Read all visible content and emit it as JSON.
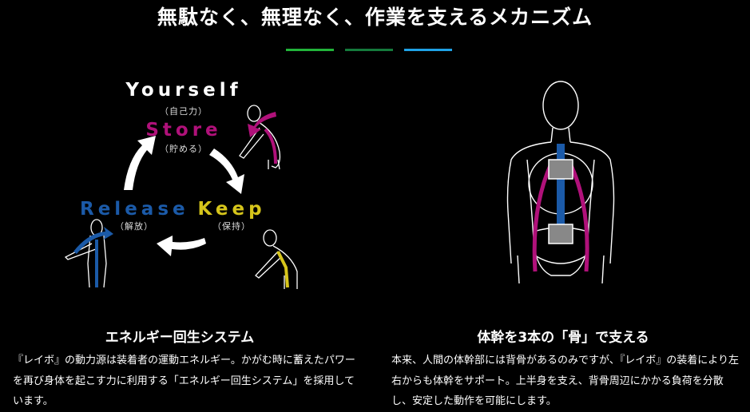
{
  "title": "無駄なく、無理なく、作業を支えるメカニズム",
  "colors": {
    "green": "#22b43a",
    "dark_green": "#157a3c",
    "blue": "#1fa2e6",
    "store": "#b0117a",
    "release": "#1b5aa8",
    "keep": "#d6c51b"
  },
  "cycle": {
    "yourself": "Yourself",
    "yourself_sub": "（自己力）",
    "store": "Store",
    "store_sub": "（貯める）",
    "release": "Release",
    "release_sub": "（解放）",
    "keep": "Keep",
    "keep_sub": "（保持）"
  },
  "left": {
    "heading": "エネルギー回生システム",
    "text": "『レイボ』の動力源は装着者の運動エネルギー。かがむ時に蓄えたパワーを再び身体を起こす力に利用する「エネルギー回生システム」を採用しています。"
  },
  "right": {
    "heading": "体幹を3本の「骨」で支える",
    "text": "本来、人間の体幹部には背骨があるのみですが、『レイボ』の装着により左右からも体幹をサポート。上半身を支え、背骨周辺にかかる負荷を分散し、安定した動作を可能にします。"
  }
}
